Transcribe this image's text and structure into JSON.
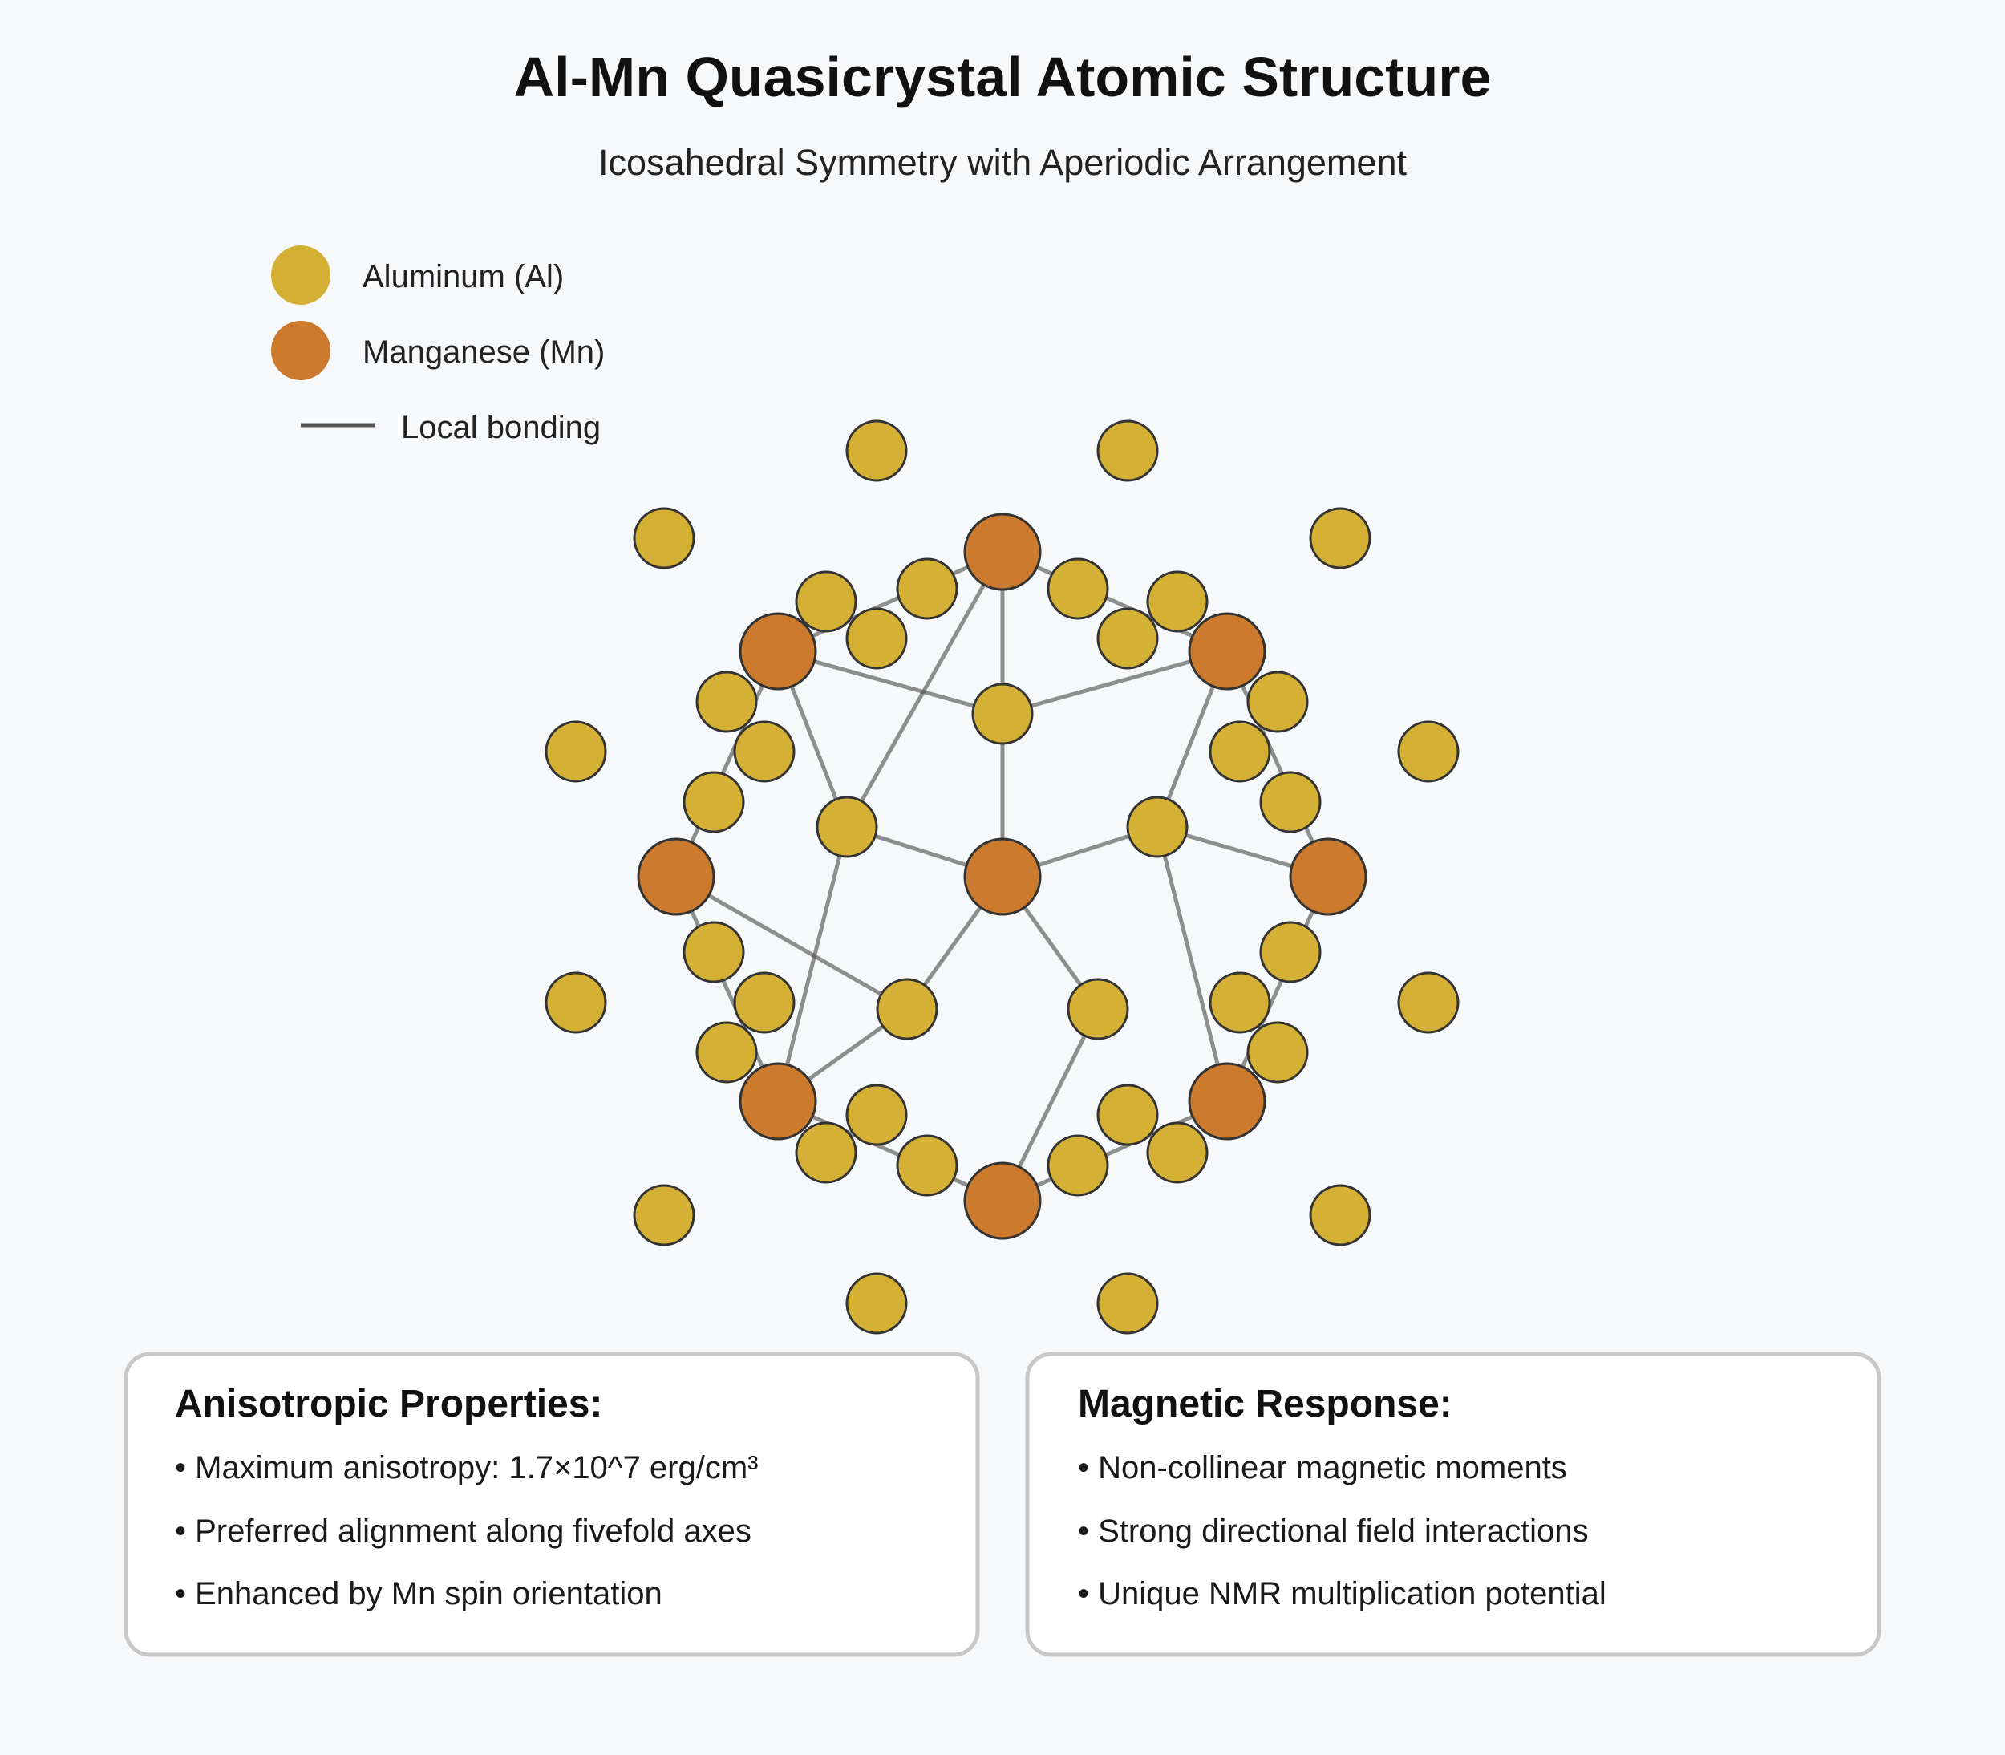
{
  "header": {
    "title": "Al-Mn Quasicrystal Atomic Structure",
    "subtitle": "Icosahedral Symmetry with Aperiodic Arrangement"
  },
  "legend": {
    "aluminum": {
      "label": "Aluminum (Al)",
      "color": "#d4b035"
    },
    "manganese": {
      "label": "Manganese (Mn)",
      "color": "#cc7a2e"
    },
    "bond": {
      "label": "Local bonding",
      "color": "#555555"
    }
  },
  "panels": {
    "anisotropic": {
      "title": "Anisotropic Properties:",
      "items": [
        "• Maximum anisotropy: 1.7×10^7 erg/cm³",
        "• Preferred alignment along fivefold axes",
        "• Enhanced by Mn spin orientation"
      ]
    },
    "magnetic": {
      "title": "Magnetic Response:",
      "items": [
        "• Non-collinear magnetic moments",
        "• Strong directional field interactions",
        "• Unique NMR multiplication potential"
      ]
    }
  }
}
